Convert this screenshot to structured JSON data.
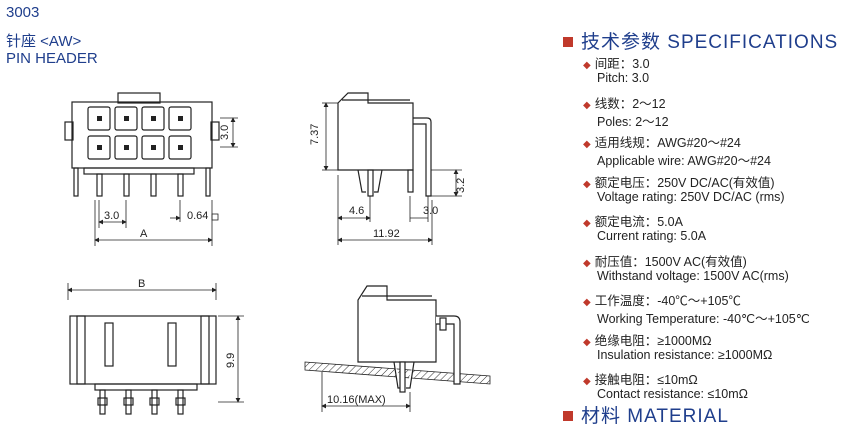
{
  "header": {
    "part_number": "3003",
    "title_cn": "针座 <AW>",
    "title_en": "PIN HEADER"
  },
  "drawing_labels": {
    "front": {
      "pitch_h": "3.0",
      "pitch_v": "3.0",
      "pin_width": "0.64",
      "dim_a": "A"
    },
    "side": {
      "height": "7.37",
      "offset": "4.6",
      "pitch": "3.0",
      "tail": "3.2",
      "depth": "11.92"
    },
    "bottom": {
      "dim_b": "B",
      "height": "9.9"
    },
    "mounted": {
      "max_depth": "10.16(MAX)"
    }
  },
  "specifications": {
    "heading": "技术参数 SPECIFICATIONS",
    "items": [
      {
        "cn": "间距：3.0",
        "en": "Pitch:  3.0"
      },
      {
        "cn": "线数：2～12",
        "en": "Poles: 2～12"
      },
      {
        "cn": "适用线规：AWG#20～#24",
        "en": "Applicable wire: AWG#20～#24"
      },
      {
        "cn": "额定电压：250V DC/AC(有效值)",
        "en": "Voltage rating: 250V DC/AC (rms)"
      },
      {
        "cn": "额定电流：5.0A",
        "en": "Current rating: 5.0A"
      },
      {
        "cn": "耐压值：1500V AC(有效值)",
        "en": "Withstand voltage: 1500V AC(rms)"
      },
      {
        "cn": "工作温度：-40℃～+105℃",
        "en": "Working Temperature: -40℃～+105℃"
      },
      {
        "cn": "绝缘电阻：≥1000MΩ",
        "en": "Insulation resistance: ≥1000MΩ"
      },
      {
        "cn": "接触电阻：≤10mΩ",
        "en": "Contact resistance: ≤10mΩ"
      }
    ]
  },
  "material": {
    "heading": "材料 MATERIAL"
  },
  "colors": {
    "heading_blue": "#1f3e8c",
    "bullet_red": "#c0392b",
    "line": "#222222"
  }
}
